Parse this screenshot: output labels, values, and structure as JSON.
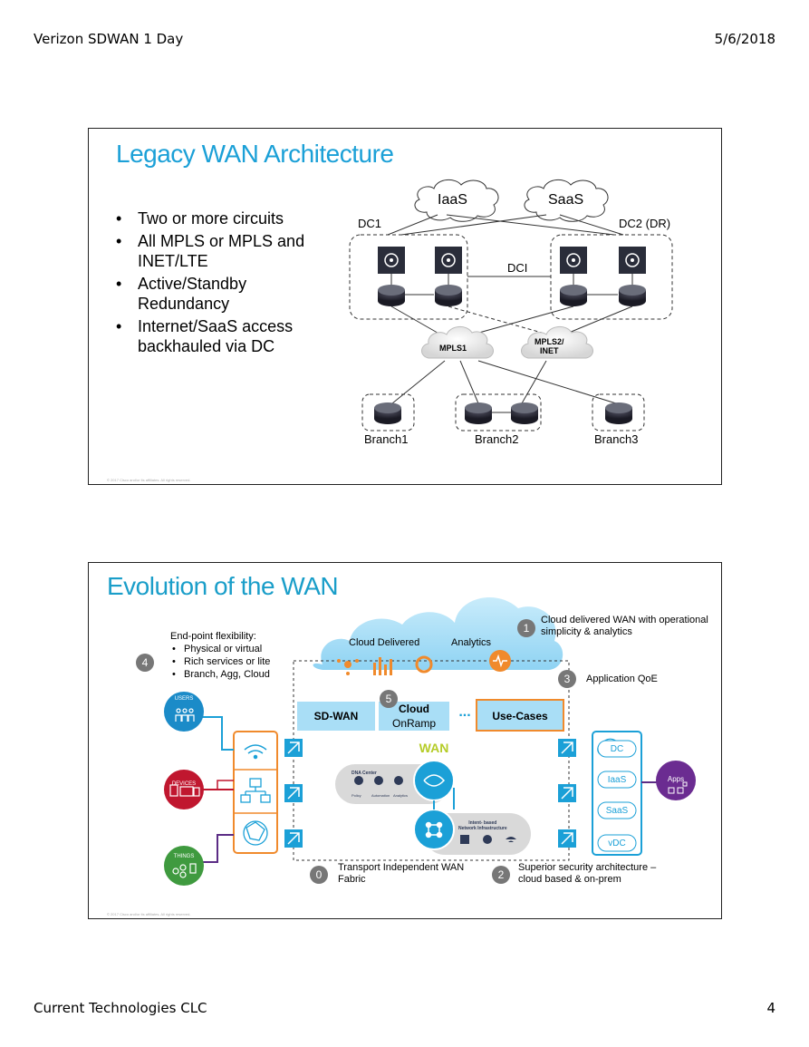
{
  "header": {
    "left": "Verizon SDWAN 1 Day",
    "right": "5/6/2018"
  },
  "footer": {
    "left": "Current Technologies CLC",
    "right": "4"
  },
  "slide1": {
    "title": "Legacy WAN Architecture",
    "bullets": [
      "Two or more circuits",
      "All MPLS or MPLS and INET/LTE",
      "Active/Standby Redundancy",
      "Internet/SaaS access backhauled via DC"
    ],
    "diagram": {
      "cloud_iaas": "IaaS",
      "cloud_saas": "SaaS",
      "dc1": "DC1",
      "dc2": "DC2 (DR)",
      "dci": "DCI",
      "mpls1": "MPLS1",
      "mpls2": "MPLS2/\nINET",
      "branch1": "Branch1",
      "branch2": "Branch2",
      "branch3": "Branch3"
    },
    "copyright": "© 2017 Cisco and/or its affiliates. All rights reserved."
  },
  "slide2": {
    "title": "Evolution of the WAN",
    "endpoint": {
      "heading": "End-point flexibility:",
      "items": [
        "Physical or virtual",
        "Rich services or lite",
        "Branch, Agg, Cloud"
      ]
    },
    "n1": "1",
    "n1_text": "Cloud delivered WAN with operational simplicity & analytics",
    "n3": "3",
    "n3_text": "Application QoE",
    "n4": "4",
    "n5": "5",
    "n0": "0",
    "n0_text": "Transport Independent WAN Fabric",
    "n2": "2",
    "n2_text": "Superior security architecture – cloud based & on-prem",
    "cloud_delivered": "Cloud Delivered",
    "analytics": "Analytics",
    "sdwan": "SD-WAN",
    "cloud_onramp_1": "Cloud",
    "cloud_onramp_2": "OnRamp",
    "ellipsis": "...",
    "use_cases": "Use-Cases",
    "wan": "WAN",
    "users": "USERS",
    "devices": "DEVICES",
    "things": "THINGS",
    "dna_center": "DNA Center",
    "dna_items": [
      "Policy",
      "Automation",
      "Analytics"
    ],
    "intent_based": "Intent- based\nNetwork Infrastructure",
    "dest": [
      "DC",
      "IaaS",
      "SaaS",
      "vDC"
    ],
    "apps": "Apps",
    "copyright": "© 2017 Cisco and/or its affiliates. All rights reserved."
  }
}
